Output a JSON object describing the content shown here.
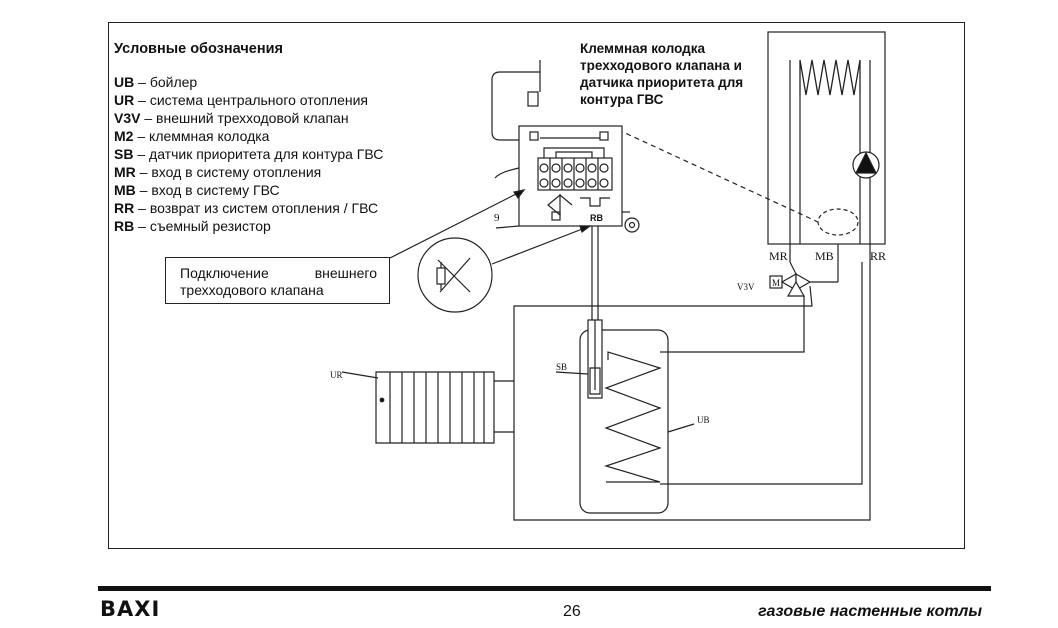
{
  "legend": {
    "title": "Условные обозначения",
    "items": [
      {
        "code": "UB",
        "text": "бойлер"
      },
      {
        "code": "UR",
        "text": "система центрального отопления"
      },
      {
        "code": "V3V",
        "text": "внешний трехходовой клапан"
      },
      {
        "code": "M2",
        "text": "клеммная колодка"
      },
      {
        "code": "SB",
        "text": "датчик приоритета для контура ГВС"
      },
      {
        "code": "MR",
        "text": "вход в систему отопления"
      },
      {
        "code": "MB",
        "text": "вход в систему ГВС"
      },
      {
        "code": "RR",
        "text": "возврат из систем отопления / ГВС"
      },
      {
        "code": "RB",
        "text": "съемный резистор"
      }
    ],
    "separator": " – "
  },
  "callout": {
    "text": "Клеммная колодка\nтрехходового клапана и\nдатчика приоритета для\nконтура ГВС"
  },
  "note": {
    "line1_a": "Подключение",
    "line1_b": "внешнего",
    "line2": "трехходового клапана"
  },
  "diagram_labels": {
    "mr": "MR",
    "mb": "MB",
    "rr": "RR",
    "v3v": "V3V",
    "m": "M",
    "ur": "UR",
    "sb": "SB",
    "ub": "UB",
    "rb": "RB",
    "nine": "9"
  },
  "footer": {
    "brand": "BAXI",
    "page": "26",
    "title": "газовые настенные котлы"
  }
}
